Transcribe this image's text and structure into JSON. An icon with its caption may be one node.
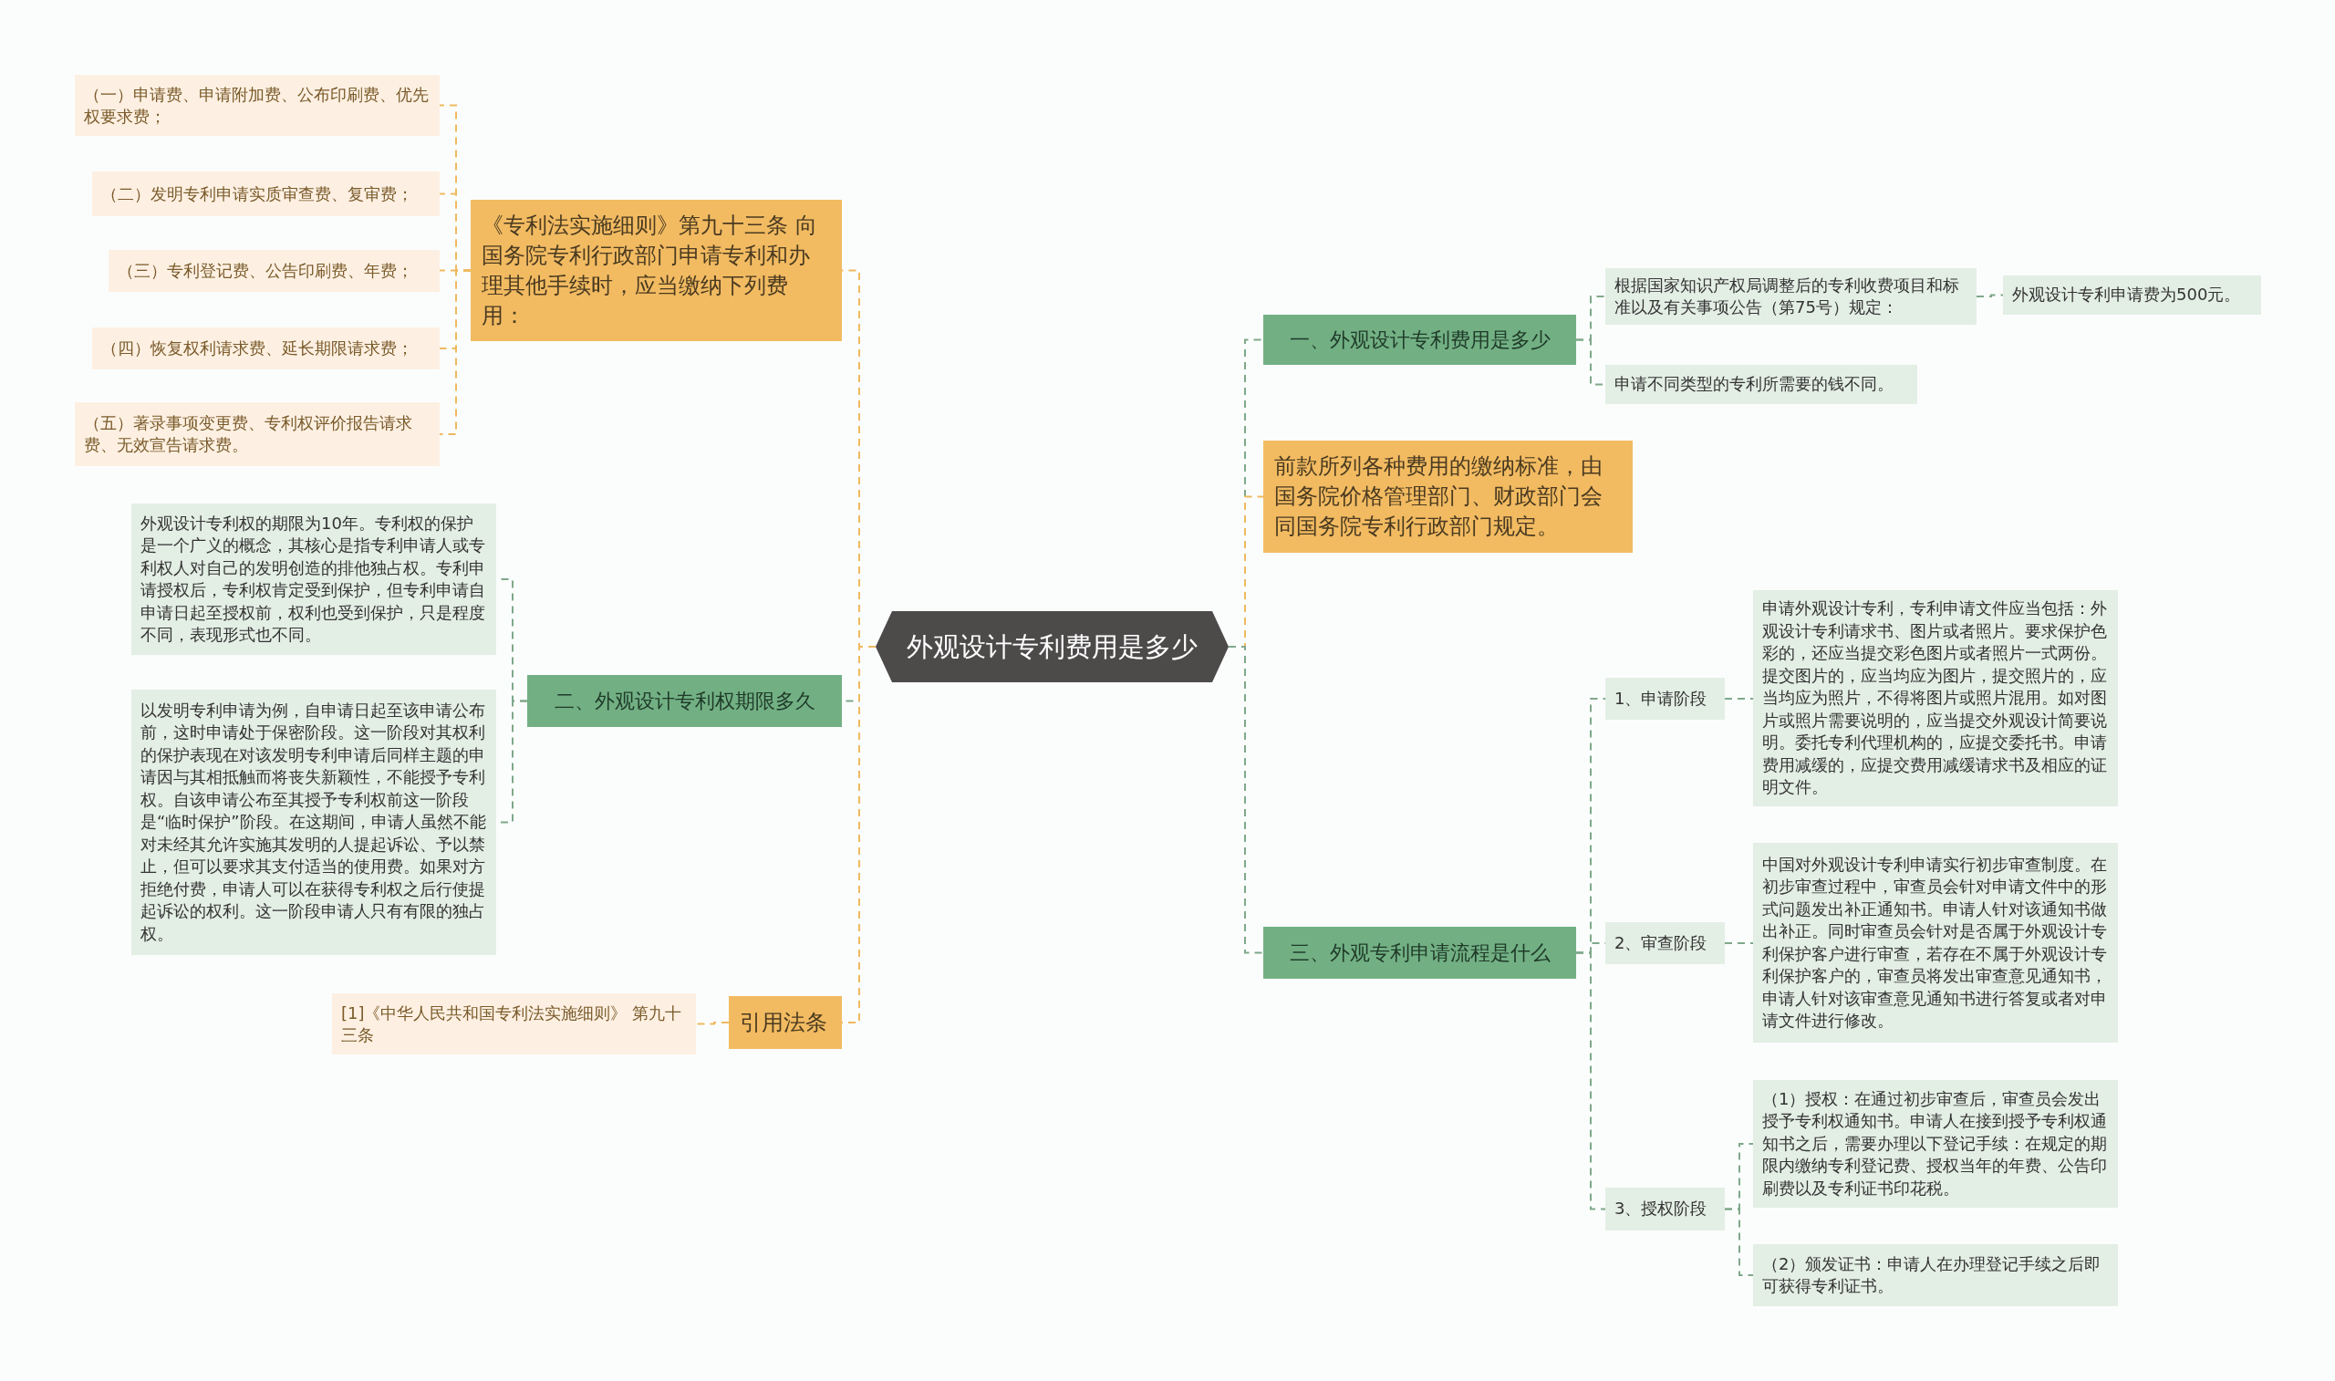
{
  "diagram": {
    "nodes": [
      {
        "text": [
          "外观设计专利费用是多少"
        ]
      },
      {
        "text": [
          "《专利法实施细则》第九十三条 向国务院专利行政部门申请专利和办理其他手续时，应当缴纳下列费用："
        ]
      },
      {
        "text": [
          "（一）申请费、申请附加费、公布印刷费、优先权要求费；"
        ]
      },
      {
        "text": [
          "（二）发明专利申请实质审查费、复审费；"
        ]
      },
      {
        "text": [
          "（三）专利登记费、公告印刷费、年费；"
        ]
      },
      {
        "text": [
          "（四）恢复权利请求费、延长期限请求费；"
        ]
      },
      {
        "text": [
          "（五）著录事项变更费、专利权评价报告请求费、无效宣告请求费。"
        ]
      },
      {
        "text": [
          "二、外观设计专利权期限多久"
        ]
      },
      {
        "text": [
          "外观设计专利权的期限为10年。专利权的保护是一个广义的概念，其核心是指专利申请人或专利权人对自己的发明创造的排他独占权。专利申请授权后，专利权肯定受到保护，但专利申请自申请日起至授权前，权利也受到保护，只是程度不同，表现形式也不同。"
        ]
      },
      {
        "text": [
          "以发明专利申请为例，自申请日起至该申请公布前，这时申请处于保密阶段。这一阶段对其权利的保护表现在对该发明专利申请后同样主题的申请因与其相抵触而将丧失新颖性，不能授予专利权。自该申请公布至其授予专利权前这一阶段是“临时保护”阶段。在这期间，申请人虽然不能对未经其允许实施其发明的人提起诉讼、予以禁止，但可以要求其支付适当的使用费。如果对方拒绝付费，申请人可以在获得专利权之后行使提起诉讼的权利。这一阶段申请人只有有限的独占权。"
        ]
      },
      {
        "text": [
          "引用法条"
        ]
      },
      {
        "text": [
          "[1]《中华人民共和国专利法实施细则》 第九十三条"
        ]
      },
      {
        "text": [
          "一、外观设计专利费用是多少"
        ]
      },
      {
        "text": [
          "根据国家知识产权局调整后的专利收费项目和标准以及有关事项公告（第75号）规定："
        ]
      },
      {
        "text": [
          "外观设计专利申请费为500元。"
        ]
      },
      {
        "text": [
          "申请不同类型的专利所需要的钱不同。"
        ]
      },
      {
        "text": [
          "前款所列各种费用的缴纳标准，由国务院价格管理部门、财政部门会同国务院专利行政部门规定。"
        ]
      },
      {
        "text": [
          "三、外观专利申请流程是什么"
        ]
      },
      {
        "text": [
          "1、申请阶段"
        ]
      },
      {
        "text": [
          "申请外观设计专利，专利申请文件应当包括：外观设计专利请求书、图片或者照片。要求保护色彩的，还应当提交彩色图片或者照片一式两份。提交图片的，应当均应为图片，提交照片的，应当均应为照片，不得将图片或照片混用。如对图片或照片需要说明的，应当提交外观设计简要说明。委托专利代理机构的，应提交委托书。申请费用减缓的，应提交费用减缓请求书及相应的证明文件。"
        ]
      },
      {
        "text": [
          "2、审查阶段"
        ]
      },
      {
        "text": [
          "中国对外观设计专利申请实行初步审查制度。在初步审查过程中，审查员会针对申请文件中的形式问题发出补正通知书。申请人针对该通知书做出补正。同时审查员会针对是否属于外观设计专利保护客户进行审查，若存在不属于外观设计专利保护客户的，审查员将发出审查意见通知书，申请人针对该审查意见通知书进行答复或者对申请文件进行修改。"
        ]
      },
      {
        "text": [
          "3、授权阶段"
        ]
      },
      {
        "text": [
          "（1）授权：在通过初步审查后，审查员会发出授予专利权通知书。申请人在接到授予专利权通知书之后，需要办理以下登记手续：在规定的期限内缴纳专利登记费、授权当年的年费、公告印刷费以及专利证书印花税。"
        ]
      },
      {
        "text": [
          "（2）颁发证书：申请人在办理登记手续之后即可获得专利证书。"
        ]
      }
    ],
    "edges": [
      {
        "from": 0,
        "to": 1,
        "arrow": "none",
        "style": "dashed",
        "color": "#efb95e"
      },
      {
        "from": 1,
        "to": 2,
        "arrow": "none",
        "style": "dashed",
        "color": "#efb95e"
      },
      {
        "from": 1,
        "to": 3,
        "arrow": "none",
        "style": "dashed",
        "color": "#efb95e"
      },
      {
        "from": 1,
        "to": 4,
        "arrow": "none",
        "style": "dashed",
        "color": "#efb95e"
      },
      {
        "from": 1,
        "to": 5,
        "arrow": "none",
        "style": "dashed",
        "color": "#efb95e"
      },
      {
        "from": 1,
        "to": 6,
        "arrow": "none",
        "style": "dashed",
        "color": "#efb95e"
      },
      {
        "from": 0,
        "to": 7,
        "arrow": "none",
        "style": "dashed"
      },
      {
        "from": 7,
        "to": 8,
        "arrow": "none",
        "style": "dashed"
      },
      {
        "from": 7,
        "to": 9,
        "arrow": "none",
        "style": "dashed"
      },
      {
        "from": 0,
        "to": 10,
        "arrow": "none",
        "style": "dashed",
        "color": "#efb95e"
      },
      {
        "from": 10,
        "to": 11,
        "arrow": "none",
        "style": "dashed",
        "color": "#efb95e"
      },
      {
        "from": 0,
        "to": 12,
        "arrow": "none",
        "style": "dashed"
      },
      {
        "from": 12,
        "to": 13,
        "arrow": "none",
        "style": "dashed"
      },
      {
        "from": 13,
        "to": 14,
        "arrow": "none",
        "style": "dashed"
      },
      {
        "from": 12,
        "to": 15,
        "arrow": "none",
        "style": "dashed"
      },
      {
        "from": 0,
        "to": 16,
        "arrow": "none",
        "style": "dashed",
        "color": "#efb95e"
      },
      {
        "from": 0,
        "to": 17,
        "arrow": "none",
        "style": "dashed"
      },
      {
        "from": 17,
        "to": 18,
        "arrow": "none",
        "style": "dashed"
      },
      {
        "from": 18,
        "to": 19,
        "arrow": "none",
        "style": "dashed"
      },
      {
        "from": 17,
        "to": 20,
        "arrow": "none",
        "style": "dashed"
      },
      {
        "from": 20,
        "to": 21,
        "arrow": "none",
        "style": "dashed"
      },
      {
        "from": 17,
        "to": 22,
        "arrow": "none",
        "style": "dashed"
      },
      {
        "from": 22,
        "to": 23,
        "arrow": "none",
        "style": "dashed"
      },
      {
        "from": 22,
        "to": 24,
        "arrow": "none",
        "style": "dashed"
      }
    ]
  }
}
